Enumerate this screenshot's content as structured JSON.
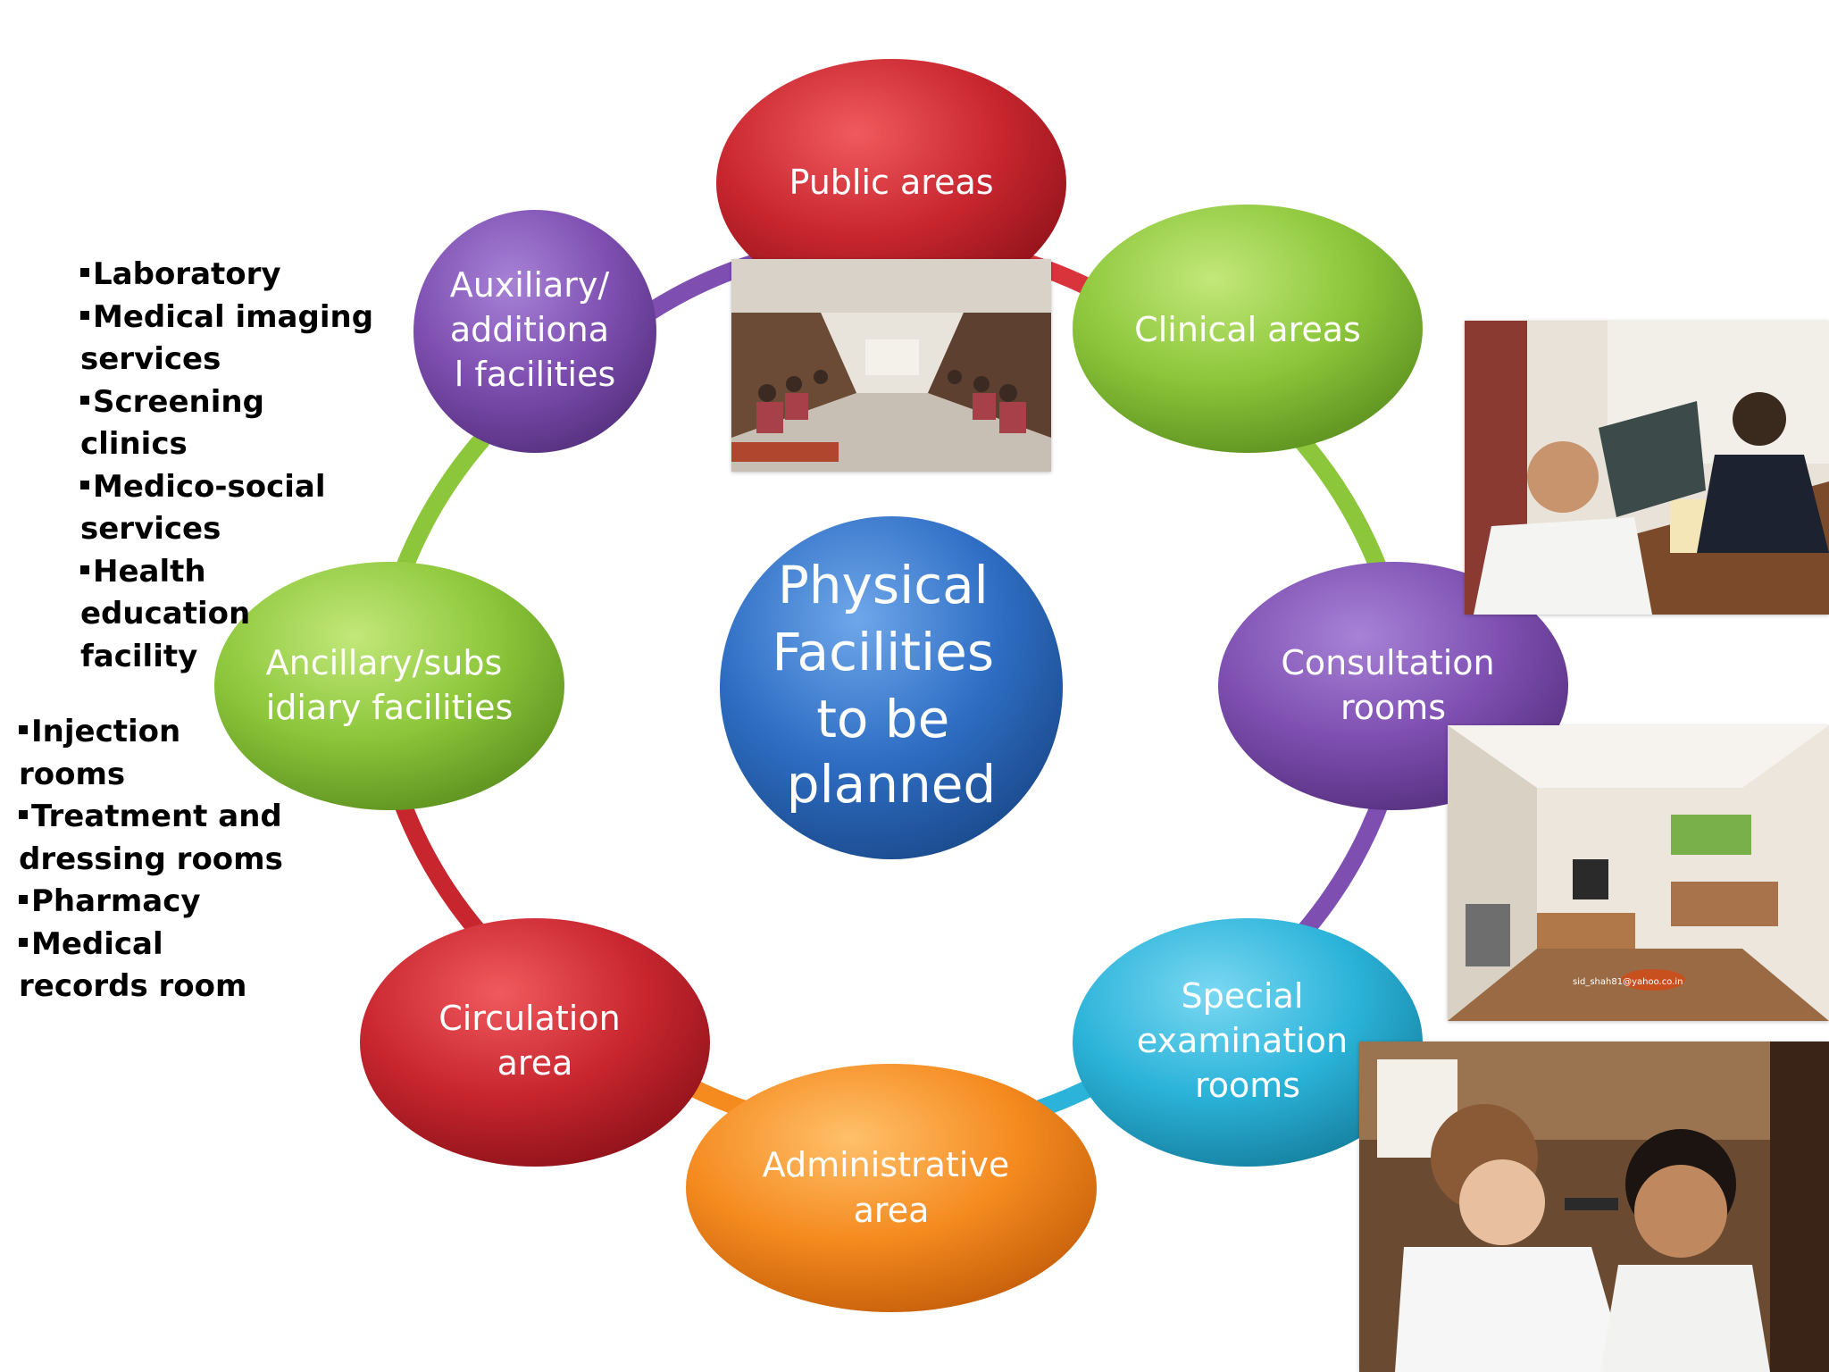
{
  "center": {
    "lines": [
      "Physical",
      "Facilities",
      "to be",
      "planned"
    ],
    "color": "#2f6ec4"
  },
  "nodes": [
    {
      "id": "public-areas",
      "lines": [
        "Public areas"
      ],
      "color": "#c8262f"
    },
    {
      "id": "clinical-areas",
      "lines": [
        "Clinical areas"
      ],
      "color": "#8cc63a"
    },
    {
      "id": "consultation-rooms",
      "lines": [
        "Consultation",
        "rooms"
      ],
      "color": "#7e4fb1"
    },
    {
      "id": "special-examination-rooms",
      "lines": [
        "Special",
        "examination",
        "rooms"
      ],
      "color": "#2bb3d9"
    },
    {
      "id": "administrative-area",
      "lines": [
        "Administrative",
        "area"
      ],
      "color": "#f58a1f"
    },
    {
      "id": "circulation-area",
      "lines": [
        "Circulation",
        "area"
      ],
      "color": "#c8262f"
    },
    {
      "id": "ancillary-facilities",
      "lines": [
        "Ancillary/subs",
        "idiary facilities"
      ],
      "color": "#8cc63a"
    },
    {
      "id": "auxiliary-facilities",
      "lines": [
        "Auxiliary/",
        "additiona",
        "l facilities"
      ],
      "color": "#7e4fb1"
    }
  ],
  "auxiliary_list": [
    "Laboratory",
    "Medical imaging services",
    "Screening clinics",
    "Medico-social services",
    "Health education facility"
  ],
  "ancillary_list": [
    "Injection rooms",
    "Treatment and dressing rooms",
    "Pharmacy",
    "Medical records room"
  ],
  "photo_watermark": "sid_shah81@yahoo.co.in"
}
